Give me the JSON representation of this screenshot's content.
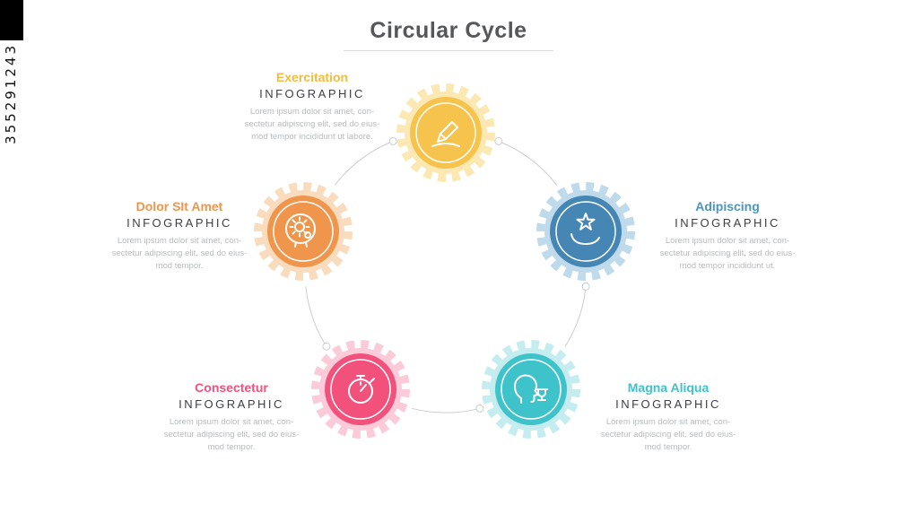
{
  "watermark": {
    "id": "355291243"
  },
  "header": {
    "title": "Circular Cycle"
  },
  "items": [
    {
      "name": "exercitation",
      "title": "Exercitation",
      "subtitle": "INFOGRAPHIC",
      "body": "Lorem ipsum dolor sit amet, con-\nsectetur adipiscing elit, sed do eius-\nmod tempor incididunt ut labore.",
      "color_main": "#f6c34c",
      "color_light": "#fbe8b2",
      "title_color": "#f3bc3f",
      "icon": "writing-hand-icon"
    },
    {
      "name": "adipiscing",
      "title": "Adipiscing",
      "subtitle": "INFOGRAPHIC",
      "body": "Lorem ipsum dolor sit amet, con-\nsectetur adipiscing elit, sed do eius-\nmod tempor incididunt ut.",
      "color_main": "#4586b5",
      "color_light": "#bfdaeb",
      "title_color": "#4d94c1",
      "icon": "hand-star-icon"
    },
    {
      "name": "dolor-sit-amet",
      "title": "Dolor SIt Amet",
      "subtitle": "INFOGRAPHIC",
      "body": "Lorem ipsum dolor sit amet, con-\nsectetur adipiscing elit, sed do eius-\nmod tempor.",
      "color_main": "#f0954c",
      "color_light": "#f9dcbd",
      "title_color": "#f0954c",
      "icon": "gear-head-icon"
    },
    {
      "name": "consectetur",
      "title": "Consectetur",
      "subtitle": "INFOGRAPHIC",
      "body": "Lorem ipsum dolor sit amet, con-\nsectetur adipiscing elit, sed do eius-\nmod tempor.",
      "color_main": "#f1517b",
      "color_light": "#fbcbd9",
      "title_color": "#f1517b",
      "icon": "stopwatch-icon"
    },
    {
      "name": "magna-aliqua",
      "title": "Magna Aliqua",
      "subtitle": "INFOGRAPHIC",
      "body": "Lorem ipsum dolor sit amet, con-\nsectetur adipiscing elit, sed do eius-\nmod tempor.",
      "color_main": "#3ec3cb",
      "color_light": "#c5edf0",
      "title_color": "#3ec3cb",
      "icon": "trophy-head-icon"
    }
  ]
}
